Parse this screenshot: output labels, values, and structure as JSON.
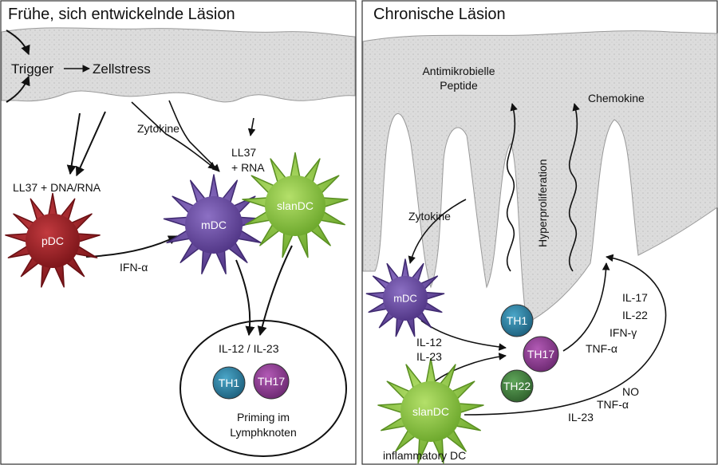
{
  "left_panel": {
    "title": "Frühe, sich entwickelnde Läsion",
    "trigger": "Trigger",
    "zellstress": "Zellstress",
    "zytokine": "Zytokine",
    "ll37_rna": [
      "LL37",
      "+ RNA"
    ],
    "ll37_dna": "LL37 + DNA/RNA",
    "ifn_alpha": "IFN-α",
    "il12_il23": "IL-12 / IL-23",
    "priming": [
      "Priming im",
      "Lymphknoten"
    ],
    "cells": {
      "pdc": "pDC",
      "mdc": "mDC",
      "slandc": "slanDC",
      "th1": "TH1",
      "th17": "TH17"
    }
  },
  "right_panel": {
    "title": "Chronische Läsion",
    "amp": [
      "Antimikrobielle",
      "Peptide"
    ],
    "chemokine": "Chemokine",
    "hyperproliferation": "Hyperproliferation",
    "zytokine": "Zytokine",
    "il12": "IL-12",
    "il23": "IL-23",
    "th_cytokines": [
      "IL-17",
      "IL-22",
      "IFN-γ",
      "TNF-α"
    ],
    "no_tnf": [
      "NO",
      "TNF-α",
      "IL-23"
    ],
    "inflammatory_dc": "inflammatory DC",
    "cells": {
      "mdc": "mDC",
      "slandc": "slanDC",
      "th1": "TH1",
      "th17": "TH17",
      "th22": "TH22"
    }
  },
  "colors": {
    "pdc": "#9a1f24",
    "mdc": "#6b4ea3",
    "slandc": "#8cc63f",
    "th1": "#2b7ea1",
    "th17": "#8b3a8f",
    "th22": "#3e7d3a",
    "skin": "#d9d9d9",
    "skin_dark": "#b8b8b8"
  }
}
